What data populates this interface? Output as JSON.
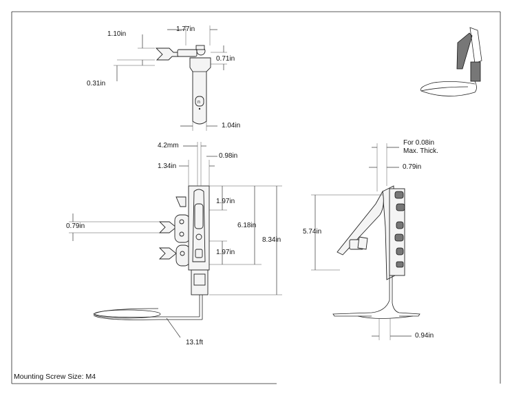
{
  "dimensions": {
    "top_width": "1.77in",
    "top_height_a": "1.10in",
    "top_height_b": "0.71in",
    "top_height_c": "0.31in",
    "top_arm_width": "1.04in",
    "front_slot": "4.2mm",
    "front_offset_a": "1.34in",
    "front_offset_b": "0.98in",
    "front_upper": "1.97in",
    "front_lower": "1.97in",
    "front_mid_height": "6.18in",
    "front_total_height": "8.34in",
    "front_bracket_width": "0.79in",
    "cable_length": "13.1ft",
    "side_thickness_note_line1": "For 0.08in",
    "side_thickness_note_line2": "Max. Thick.",
    "side_offset": "0.79in",
    "side_height": "5.74in",
    "side_base": "0.94in"
  },
  "notes": {
    "mounting_screw": "Mounting Screw Size: M4"
  }
}
